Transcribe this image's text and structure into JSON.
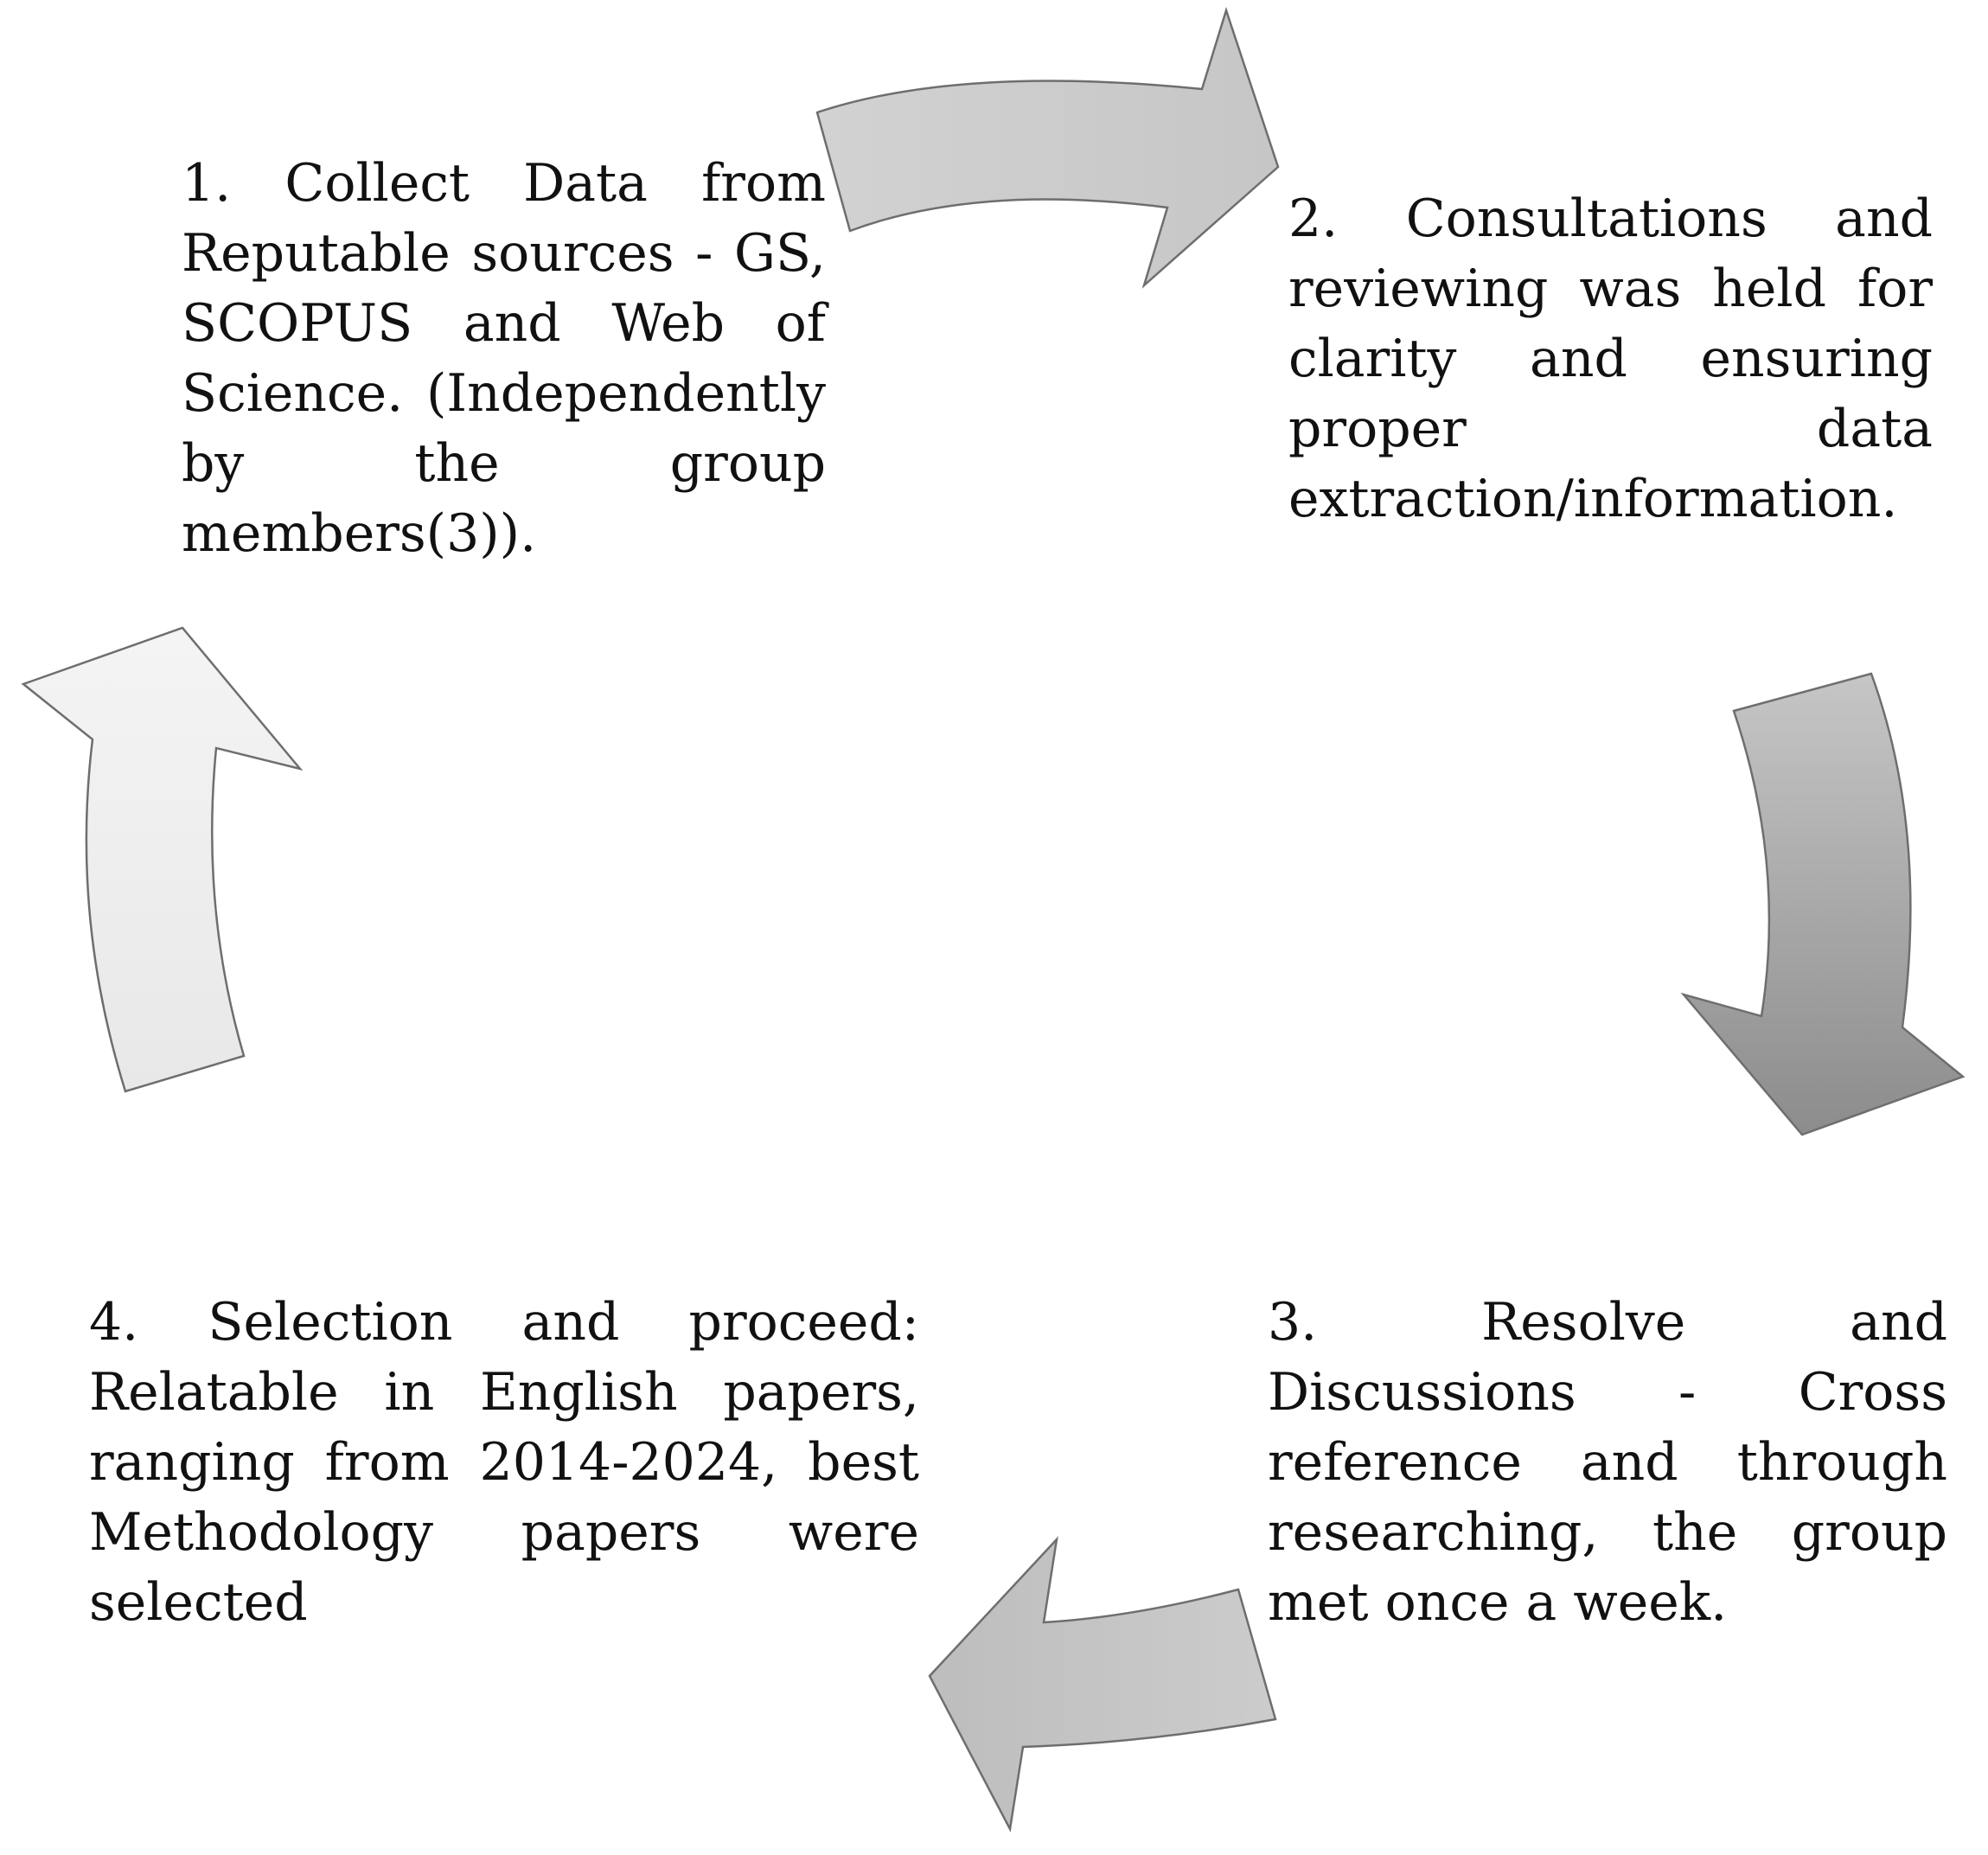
{
  "steps": [
    {
      "number": "1.",
      "text": "Collect Data from Reputable sources - GS, SCOPUS and Web of Science. (Independently by the group members(3))."
    },
    {
      "number": "2.",
      "text": "Consultations and reviewing was held for clarity and ensuring proper data extraction/information."
    },
    {
      "number": "3.",
      "text": "Resolve and Discussions - Cross reference and through researching, the group met once a week."
    },
    {
      "number": "4.",
      "text": "Selection and proceed: Relatable in English papers, ranging from 2014-2024, best Methodology papers were selected"
    }
  ],
  "colors": {
    "arrow_top": "#cfcfcf",
    "arrow_right_light": "#c2c2c2",
    "arrow_right_dark": "#8f8f8f",
    "arrow_bottom": "#c4c4c4",
    "arrow_left": "#f0f0f0",
    "arrow_outline": "#6e6e6e"
  }
}
